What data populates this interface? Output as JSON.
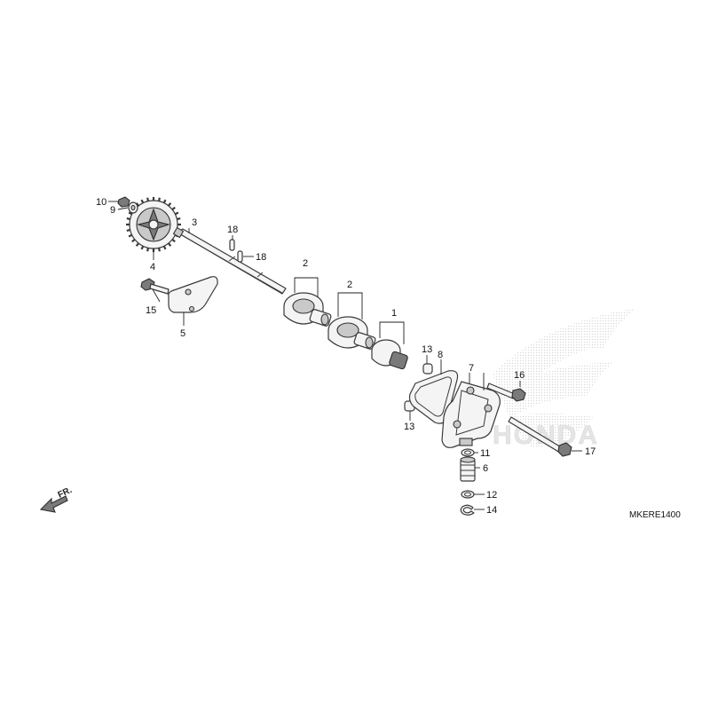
{
  "diagram": {
    "code": "MKERE1400",
    "direction_label": "FR.",
    "watermark_text": "HONDA"
  },
  "callouts": {
    "c1": "1",
    "c2a": "2",
    "c2b": "2",
    "c3": "3",
    "c4": "4",
    "c5": "5",
    "c6": "6",
    "c7": "7",
    "c8": "8",
    "c9": "9",
    "c10": "10",
    "c11": "11",
    "c12": "12",
    "c13a": "13",
    "c13b": "13",
    "c14": "14",
    "c15": "15",
    "c16": "16",
    "c17": "17",
    "c18a": "18",
    "c18b": "18"
  },
  "colors": {
    "line": "#3a3a3a",
    "watermark": "#d8d8d8"
  }
}
